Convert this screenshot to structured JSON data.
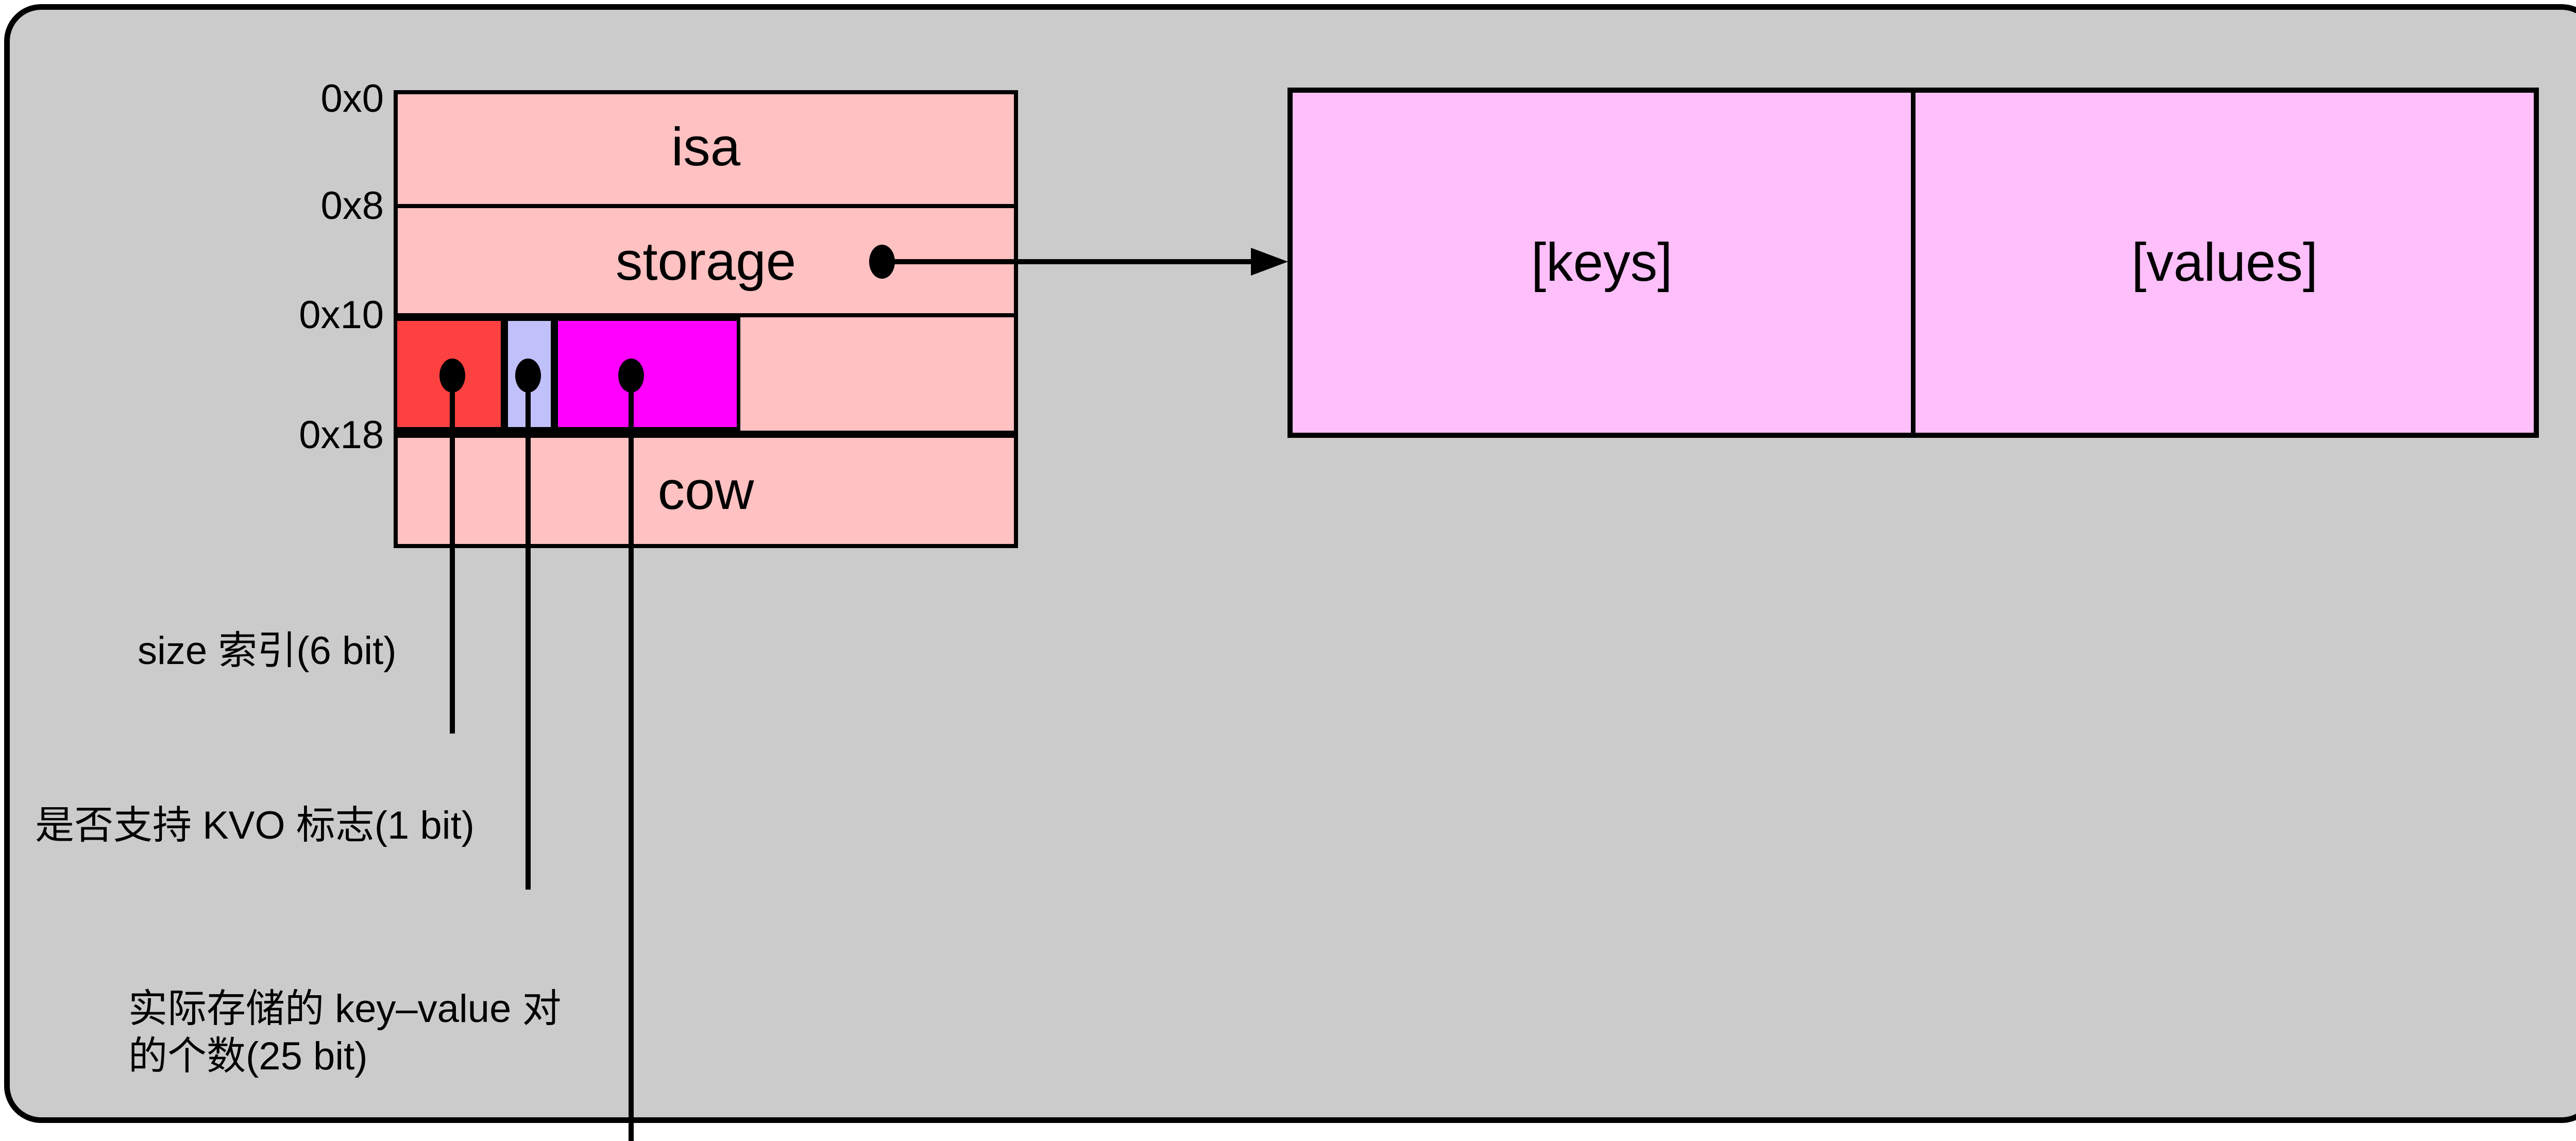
{
  "colors": {
    "board_fill": "#CBCBCB",
    "memory_fill": "#FFC1C1",
    "buffer_fill": "#FFBFFA",
    "size_index_fill": "#FD4141",
    "kvo_flag_fill": "#C0C0FA",
    "count_fill": "#FF00FF",
    "line": "#000000"
  },
  "memory_layout": {
    "offsets": [
      "0x0",
      "0x8",
      "0x10",
      "0x18"
    ],
    "fields": {
      "isa": "isa",
      "storage": "storage",
      "cow": "cow"
    }
  },
  "bitfield_annotations": {
    "size_index": "size 索引(6 bit)",
    "kvo_flag": "是否支持 KVO 标志(1 bit)",
    "count_line1": "实际存储的 key–value 对",
    "count_line2": "的个数(25 bit)"
  },
  "buffer": {
    "keys": "[keys]",
    "values": "[values]"
  }
}
